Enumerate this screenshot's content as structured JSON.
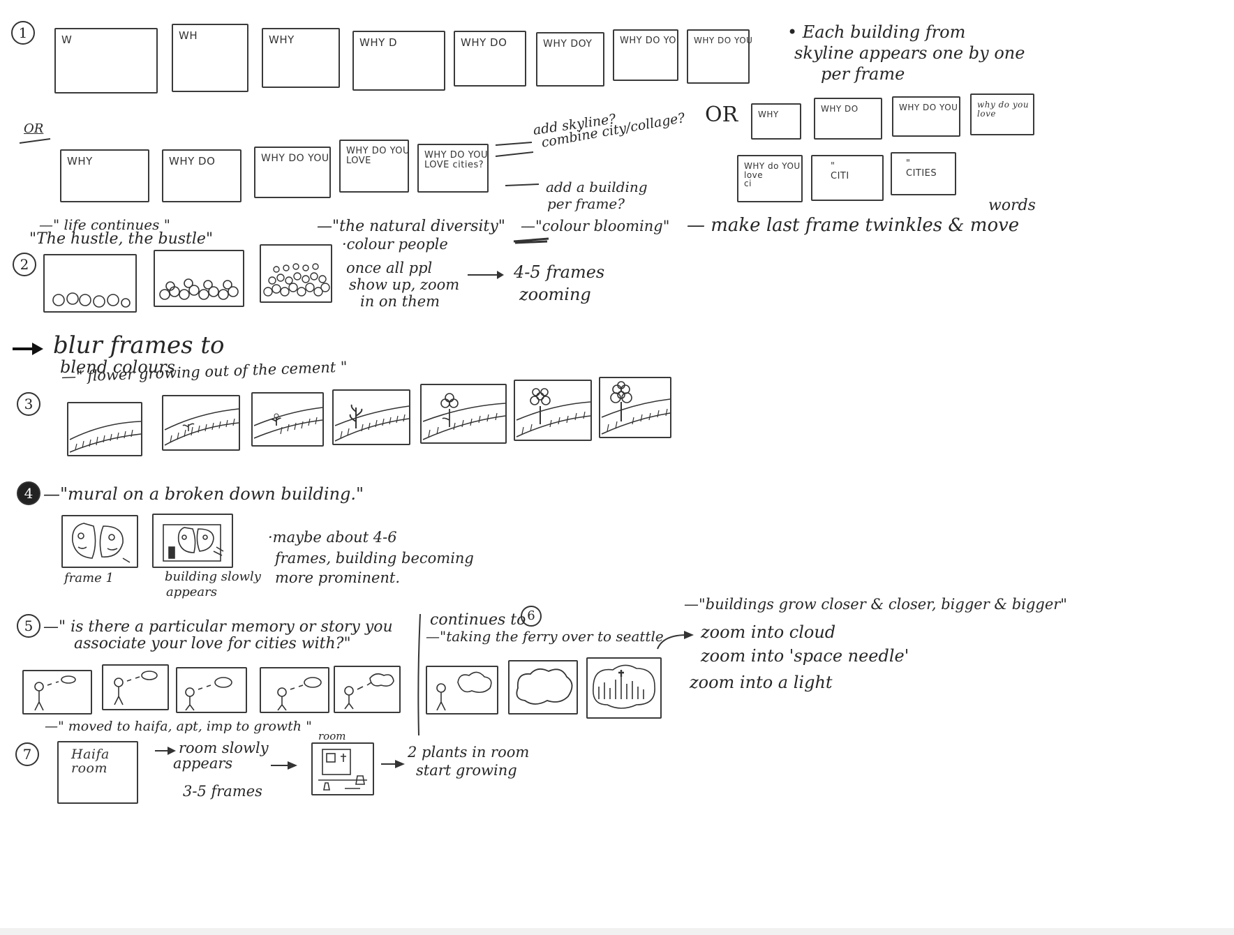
{
  "s1": {
    "num": "1",
    "frames": [
      "W",
      "WH",
      "WHY",
      "WHY D",
      "WHY DO",
      "WHY DOY",
      "WHY DO YO",
      "WHY DO YOU"
    ],
    "note_line1": "• Each building from",
    "note_line2": "skyline appears one by one",
    "note_line3": "per frame",
    "or": "OR",
    "alt_frames": [
      "WHY",
      "WHY DO",
      "WHY DO YOU",
      "WHY DO YOU\nLOVE",
      "WHY DO YOU\nLOVE cities?"
    ],
    "add_skyline": "add skyline?",
    "combine": "combine city/collage?",
    "or2": "OR",
    "add_building_1": "add a building",
    "add_building_2": "per frame?",
    "right_frames": [
      "WHY",
      "WHY DO",
      "WHY DO YOU",
      "why do you\nlove",
      "WHY do YOU\nlove\nci",
      "\"\nCITI",
      "\"\nCITIES"
    ],
    "twinkle": "— make last frame twinkles & move",
    "words": "words"
  },
  "s2": {
    "num": "2",
    "quote1": "—\" life continues \"",
    "quote2": "\"The hustle, the bustle\"",
    "quote3": "—\"the natural diversity\"",
    "colour_people": "·colour people",
    "zoom_1": "once all ppl",
    "zoom_2": "show up, zoom",
    "zoom_3": "in on them",
    "frames_1": "4-5 frames",
    "frames_2": "zooming",
    "blooming": "—\"colour blooming\""
  },
  "blur": {
    "line1": "blur frames to",
    "line2": "blend colours"
  },
  "s3": {
    "num": "3",
    "quote": "—\" flower growing out of the cement \""
  },
  "s4": {
    "num": "4",
    "quote": "—\"mural on a broken down building.\"",
    "frame1": "frame 1",
    "frame2_1": "building slowly",
    "frame2_2": "appears",
    "note_1": "·maybe about 4-6",
    "note_2": "frames, building becoming",
    "note_3": "more prominent."
  },
  "s5": {
    "num": "5",
    "quote_1": "—\" is there a particular memory or story you",
    "quote_2": "associate your love for cities with?\""
  },
  "s6": {
    "continues": "continues to",
    "num": "6",
    "ferry": "—\"taking the ferry over to seattle",
    "buildings": "—\"buildings grow closer & closer, bigger & bigger\"",
    "zoom_cloud": "zoom into cloud",
    "zoom_needle": "zoom into 'space needle'",
    "zoom_light": "zoom into a light"
  },
  "s7": {
    "moved": "—\" moved to haifa, apt, imp to growth \"",
    "num": "7",
    "room_box": "Haifa\nroom",
    "room_appears_1": "room slowly",
    "room_appears_2": "appears",
    "frames": "3-5 frames",
    "room_label": "room",
    "plants_1": "2 plants in room",
    "plants_2": "start growing"
  }
}
